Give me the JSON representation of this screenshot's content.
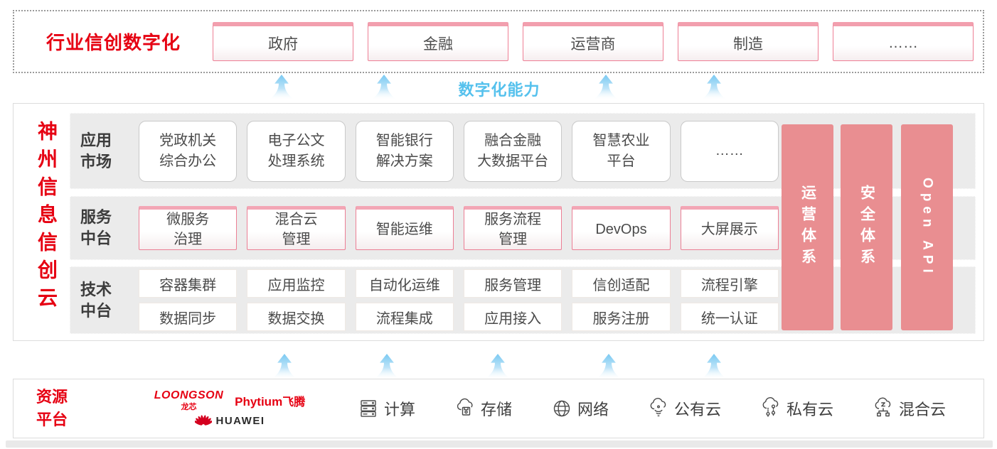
{
  "top": {
    "title": "行业信创数字化",
    "industries": [
      "政府",
      "金融",
      "运营商",
      "制造",
      "……"
    ]
  },
  "capability_label": "数字化能力",
  "main": {
    "vertical_title": "神州信息信创云",
    "app_row": {
      "label": "应用\n市场",
      "items": [
        "党政机关\n综合办公",
        "电子公文\n处理系统",
        "智能银行\n解决方案",
        "融合金融\n大数据平台",
        "智慧农业\n平台",
        "……"
      ]
    },
    "service_row": {
      "label": "服务\n中台",
      "items": [
        "微服务\n治理",
        "混合云\n管理",
        "智能运维",
        "服务流程\n管理",
        "DevOps",
        "大屏展示"
      ]
    },
    "tech_row": {
      "label": "技术\n中台",
      "row1": [
        "容器集群",
        "应用监控",
        "自动化运维",
        "服务管理",
        "信创适配",
        "流程引擎"
      ],
      "row2": [
        "数据同步",
        "数据交换",
        "流程集成",
        "应用接入",
        "服务注册",
        "统一认证"
      ]
    },
    "pillars": [
      "运营体系",
      "安全体系",
      "Open API"
    ]
  },
  "resources": {
    "label": "资源\n平台",
    "vendors": {
      "loongson": "LOONGSON",
      "loongson_sub": "龙芯",
      "phytium": "Phytium",
      "phytium_sub": "飞腾",
      "huawei": "HUAWEI"
    },
    "items": [
      {
        "icon": "compute-icon",
        "label": "计算"
      },
      {
        "icon": "storage-icon",
        "label": "存储"
      },
      {
        "icon": "network-icon",
        "label": "网络"
      },
      {
        "icon": "public-cloud-icon",
        "label": "公有云"
      },
      {
        "icon": "private-cloud-icon",
        "label": "私有云"
      },
      {
        "icon": "hybrid-cloud-icon",
        "label": "混合云"
      }
    ]
  },
  "colors": {
    "brand_red": "#e60012",
    "pillar_pink": "#e98e91",
    "capability_blue": "#55c1ed"
  }
}
